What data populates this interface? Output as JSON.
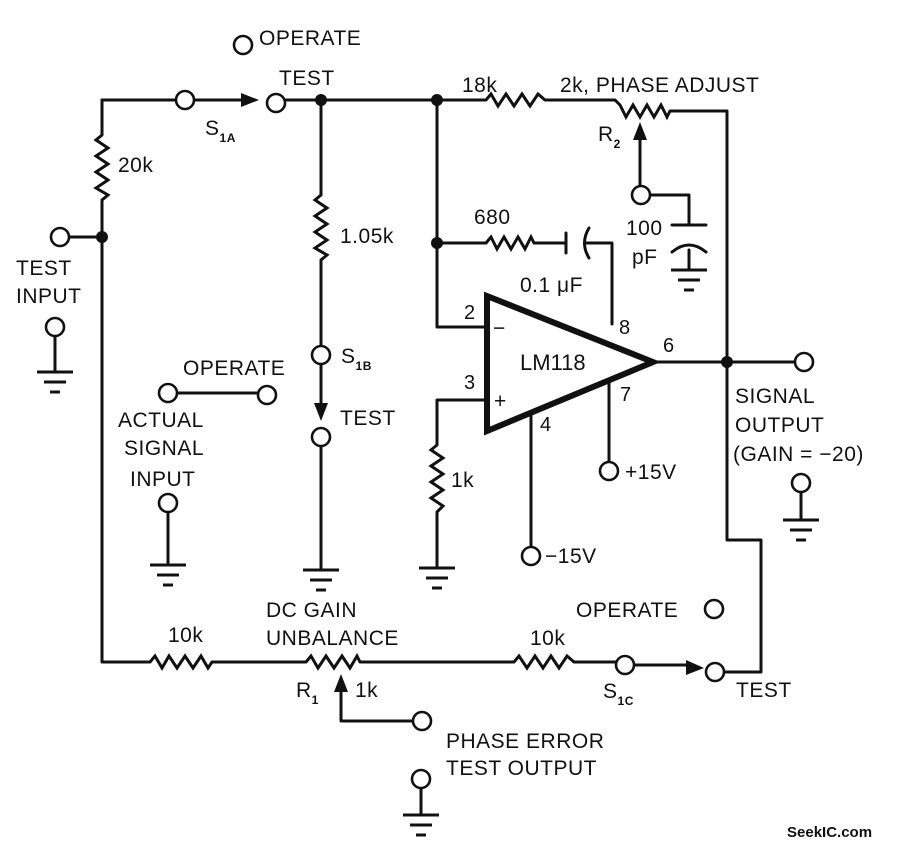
{
  "labels": {
    "operate_top": "OPERATE",
    "test_top": "TEST",
    "s1a": {
      "main": "S",
      "sub": "1A"
    },
    "r_20k": "20k",
    "test_input": [
      "TEST",
      "INPUT"
    ],
    "r_1_05k": "1.05k",
    "operate_mid": "OPERATE",
    "s1b": {
      "main": "S",
      "sub": "1B"
    },
    "test_mid": "TEST",
    "actual_signal_input": [
      "ACTUAL",
      "SIGNAL",
      "INPUT"
    ],
    "r_18k": "18k",
    "phase_adjust": "2k, PHASE ADJUST",
    "r2": {
      "main": "R",
      "sub": "2"
    },
    "cap_100pf": [
      "100",
      "pF"
    ],
    "r_680": "680",
    "cap_01uf": "0.1 μF",
    "opamp": "LM118",
    "pin2": "2",
    "pin3": "3",
    "pin4": "4",
    "pin6": "6",
    "pin7": "7",
    "pin8": "8",
    "minus_sign": "−",
    "plus_sign": "+",
    "r_1k_pin3": "1k",
    "v_pos": "+15V",
    "v_neg": "−15V",
    "signal_output": [
      "SIGNAL",
      "OUTPUT",
      "(GAIN = −20)"
    ],
    "dc_gain_unbalance": [
      "DC GAIN",
      "UNBALANCE"
    ],
    "r_10k_left": "10k",
    "r1": {
      "main": "R",
      "sub": "1"
    },
    "r1_value": "1k",
    "r_10k_right": "10k",
    "operate_bottom": "OPERATE",
    "s1c": {
      "main": "S",
      "sub": "1C"
    },
    "test_bottom": "TEST",
    "phase_error_test_output": [
      "PHASE ERROR",
      "TEST OUTPUT"
    ],
    "watermark": "SeekIC.com"
  }
}
